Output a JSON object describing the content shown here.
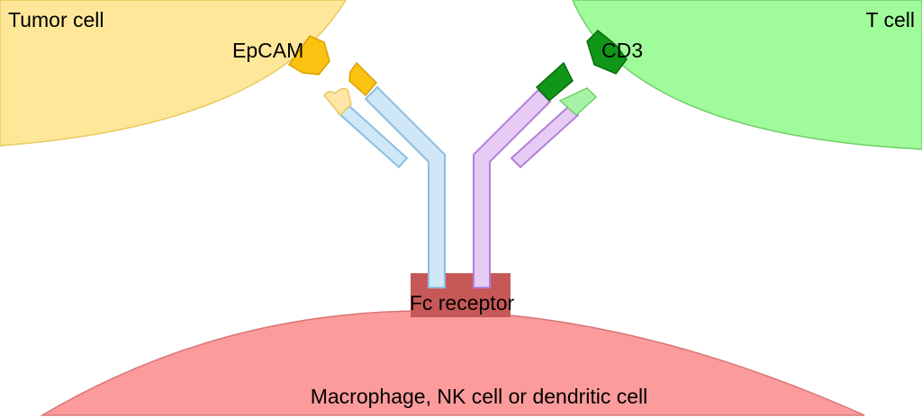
{
  "labels": {
    "tumor_cell": "Tumor cell",
    "t_cell": "T cell",
    "epcam": "EpCAM",
    "cd3": "CD3",
    "fc_receptor": "Fc receptor",
    "effector_cell": "Macrophage, NK cell or dendritic cell"
  },
  "colors": {
    "tumor_cell_fill": "#fee799",
    "tumor_cell_stroke": "#e9c85a",
    "t_cell_fill": "#a0fb9a",
    "t_cell_stroke": "#6ccf66",
    "effector_cell_fill": "#fc9b9b",
    "effector_cell_stroke": "#d77575",
    "fc_receptor_fill": "#c75858",
    "epcam_fill": "#fcc212",
    "epcam_stroke": "#d9a000",
    "cd3_fill": "#109618",
    "cd3_stroke": "#0a6d0f",
    "heavy_chain_left_fill": "#cfe7f7",
    "heavy_chain_left_stroke": "#8cbfe0",
    "heavy_chain_right_fill": "#e6ccf5",
    "heavy_chain_right_stroke": "#b27fd9",
    "light_chain_left_tip": "#fde6a6",
    "light_chain_right_tip": "#a6f2a6"
  }
}
